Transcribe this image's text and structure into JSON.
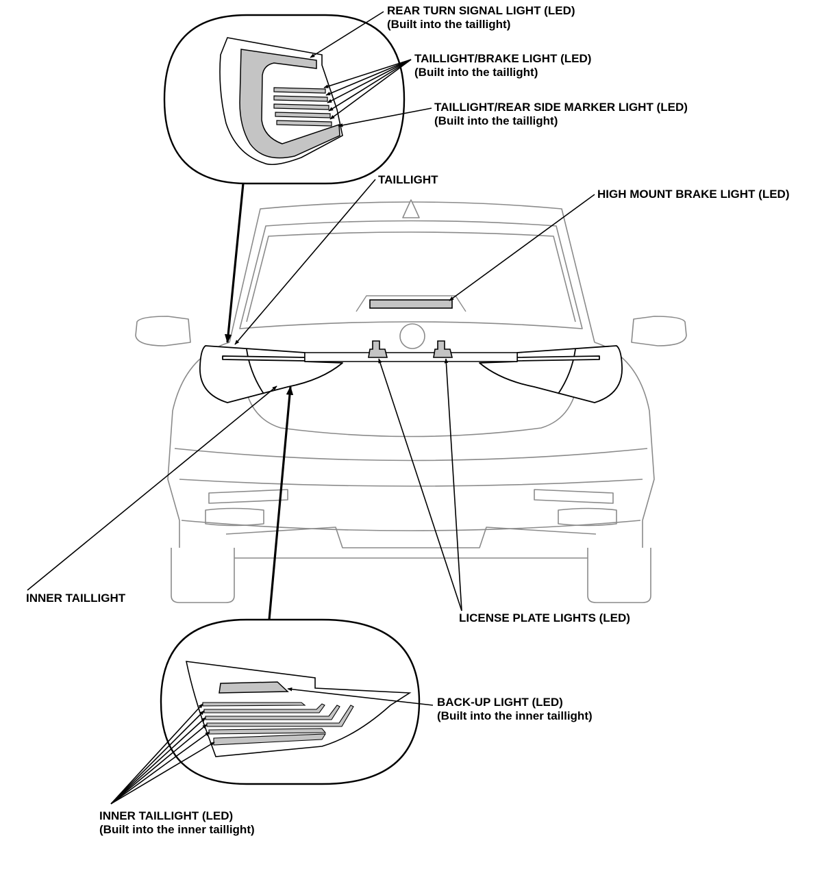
{
  "labels": {
    "rear_turn_signal": {
      "line1": "REAR TURN SIGNAL LIGHT (LED)",
      "line2": "(Built into the taillight)"
    },
    "taillight_brake": {
      "line1": "TAILLIGHT/BRAKE LIGHT (LED)",
      "line2": "(Built into the taillight)"
    },
    "taillight_side_marker": {
      "line1": "TAILLIGHT/REAR SIDE MARKER LIGHT (LED)",
      "line2": "(Built into the taillight)"
    },
    "taillight": "TAILLIGHT",
    "high_mount_brake": "HIGH MOUNT BRAKE LIGHT (LED)",
    "inner_taillight": "INNER TAILLIGHT",
    "license_plate": "LICENSE PLATE LIGHTS (LED)",
    "backup_light": {
      "line1": "BACK-UP LIGHT (LED)",
      "line2": "(Built into the inner taillight)"
    },
    "inner_taillight_led": {
      "line1": "INNER TAILLIGHT (LED)",
      "line2": "(Built into the inner taillight)"
    }
  },
  "colors": {
    "line": "#000000",
    "car_outline": "#8a8a8a",
    "lamp_fill": "#c4c4c4",
    "background": "#ffffff"
  }
}
